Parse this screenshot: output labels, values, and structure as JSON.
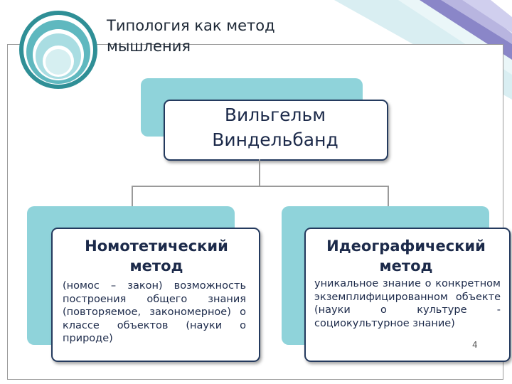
{
  "slide": {
    "title_line1": "Типология как метод",
    "title_line2": "мышления",
    "page_number": "4"
  },
  "diagram": {
    "root": {
      "line1": "Вильгельм",
      "line2": "Виндельбанд"
    },
    "left": {
      "title_line1": "Номотетический",
      "title_line2": "метод",
      "text": "(номос – закон) возможность построения общего знания (повторяемое, закономерное) о классе объектов (науки о природе)"
    },
    "right": {
      "title_line1": "Идеографический",
      "title_line2": "метод",
      "text": "уникальное знание о конкретном экземплифицированном объекте (науки о культуре - социокультурное знание)"
    }
  },
  "colors": {
    "accent_teal": "#8fd3da",
    "border_navy": "#243a5e",
    "stripe_purple": "#8a86c8",
    "circle_dark": "#2f8f96"
  }
}
